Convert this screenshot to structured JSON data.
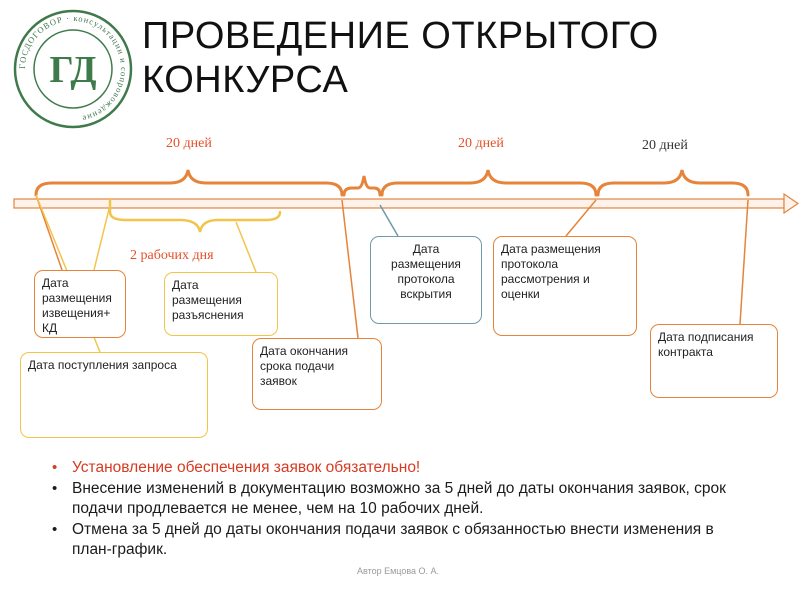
{
  "title": {
    "line1": "ПРОВЕДЕНИЕ ОТКРЫТОГО",
    "line2": "КОНКУРСА"
  },
  "logo": {
    "letters": "ГД",
    "ring_text": "ГОСДОГОВОР · консультации и сопровождение"
  },
  "periods": {
    "first": "20 дней",
    "second": "20 дней",
    "third": "20 дней",
    "working": "2 рабочих дня"
  },
  "boxes": {
    "notice": "Дата размещения извещения+ КД",
    "request": "Дата поступления запроса",
    "clarify": "Дата размещения разъяснения",
    "deadline": "Дата окончания срока подачи заявок",
    "opening": "Дата размещения протокола вскрытия",
    "review": "Дата  размещения протокола рассмотрения и оценки",
    "contract": "Дата подписания контракта"
  },
  "bullets": [
    "Установление обеспечения заявок обязательно!",
    "Внесение изменений в документацию возможно за 5 дней до даты окончания заявок,  срок подачи продлевается не менее, чем на 10 рабочих дней.",
    "Отмена за 5 дней до даты окончания подачи заявок с обязанностью внести изменения в план-график."
  ],
  "footer": "Автор Емцова О. А.",
  "colors": {
    "accent": "#e5843a",
    "yellow": "#f3c44b",
    "blue": "#6f9aa7",
    "red_text": "#d83a22",
    "logo_green": "#3f7a4b"
  }
}
